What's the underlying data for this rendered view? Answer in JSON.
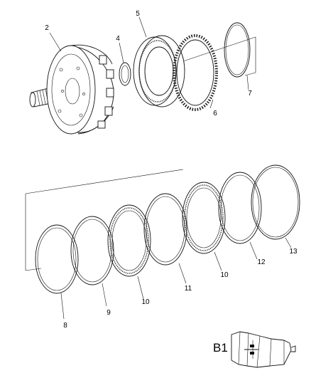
{
  "diagram": {
    "callouts": [
      {
        "id": "part-2",
        "text": "2"
      },
      {
        "id": "part-4",
        "text": "4"
      },
      {
        "id": "part-5",
        "text": "5"
      },
      {
        "id": "part-6",
        "text": "6"
      },
      {
        "id": "part-7",
        "text": "7"
      },
      {
        "id": "part-8",
        "text": "8"
      },
      {
        "id": "part-9",
        "text": "9"
      },
      {
        "id": "part-10a",
        "text": "10"
      },
      {
        "id": "part-11",
        "text": "11"
      },
      {
        "id": "part-10b",
        "text": "10"
      },
      {
        "id": "part-12",
        "text": "12"
      },
      {
        "id": "part-13",
        "text": "13"
      }
    ],
    "inset": {
      "label": "B1"
    }
  }
}
